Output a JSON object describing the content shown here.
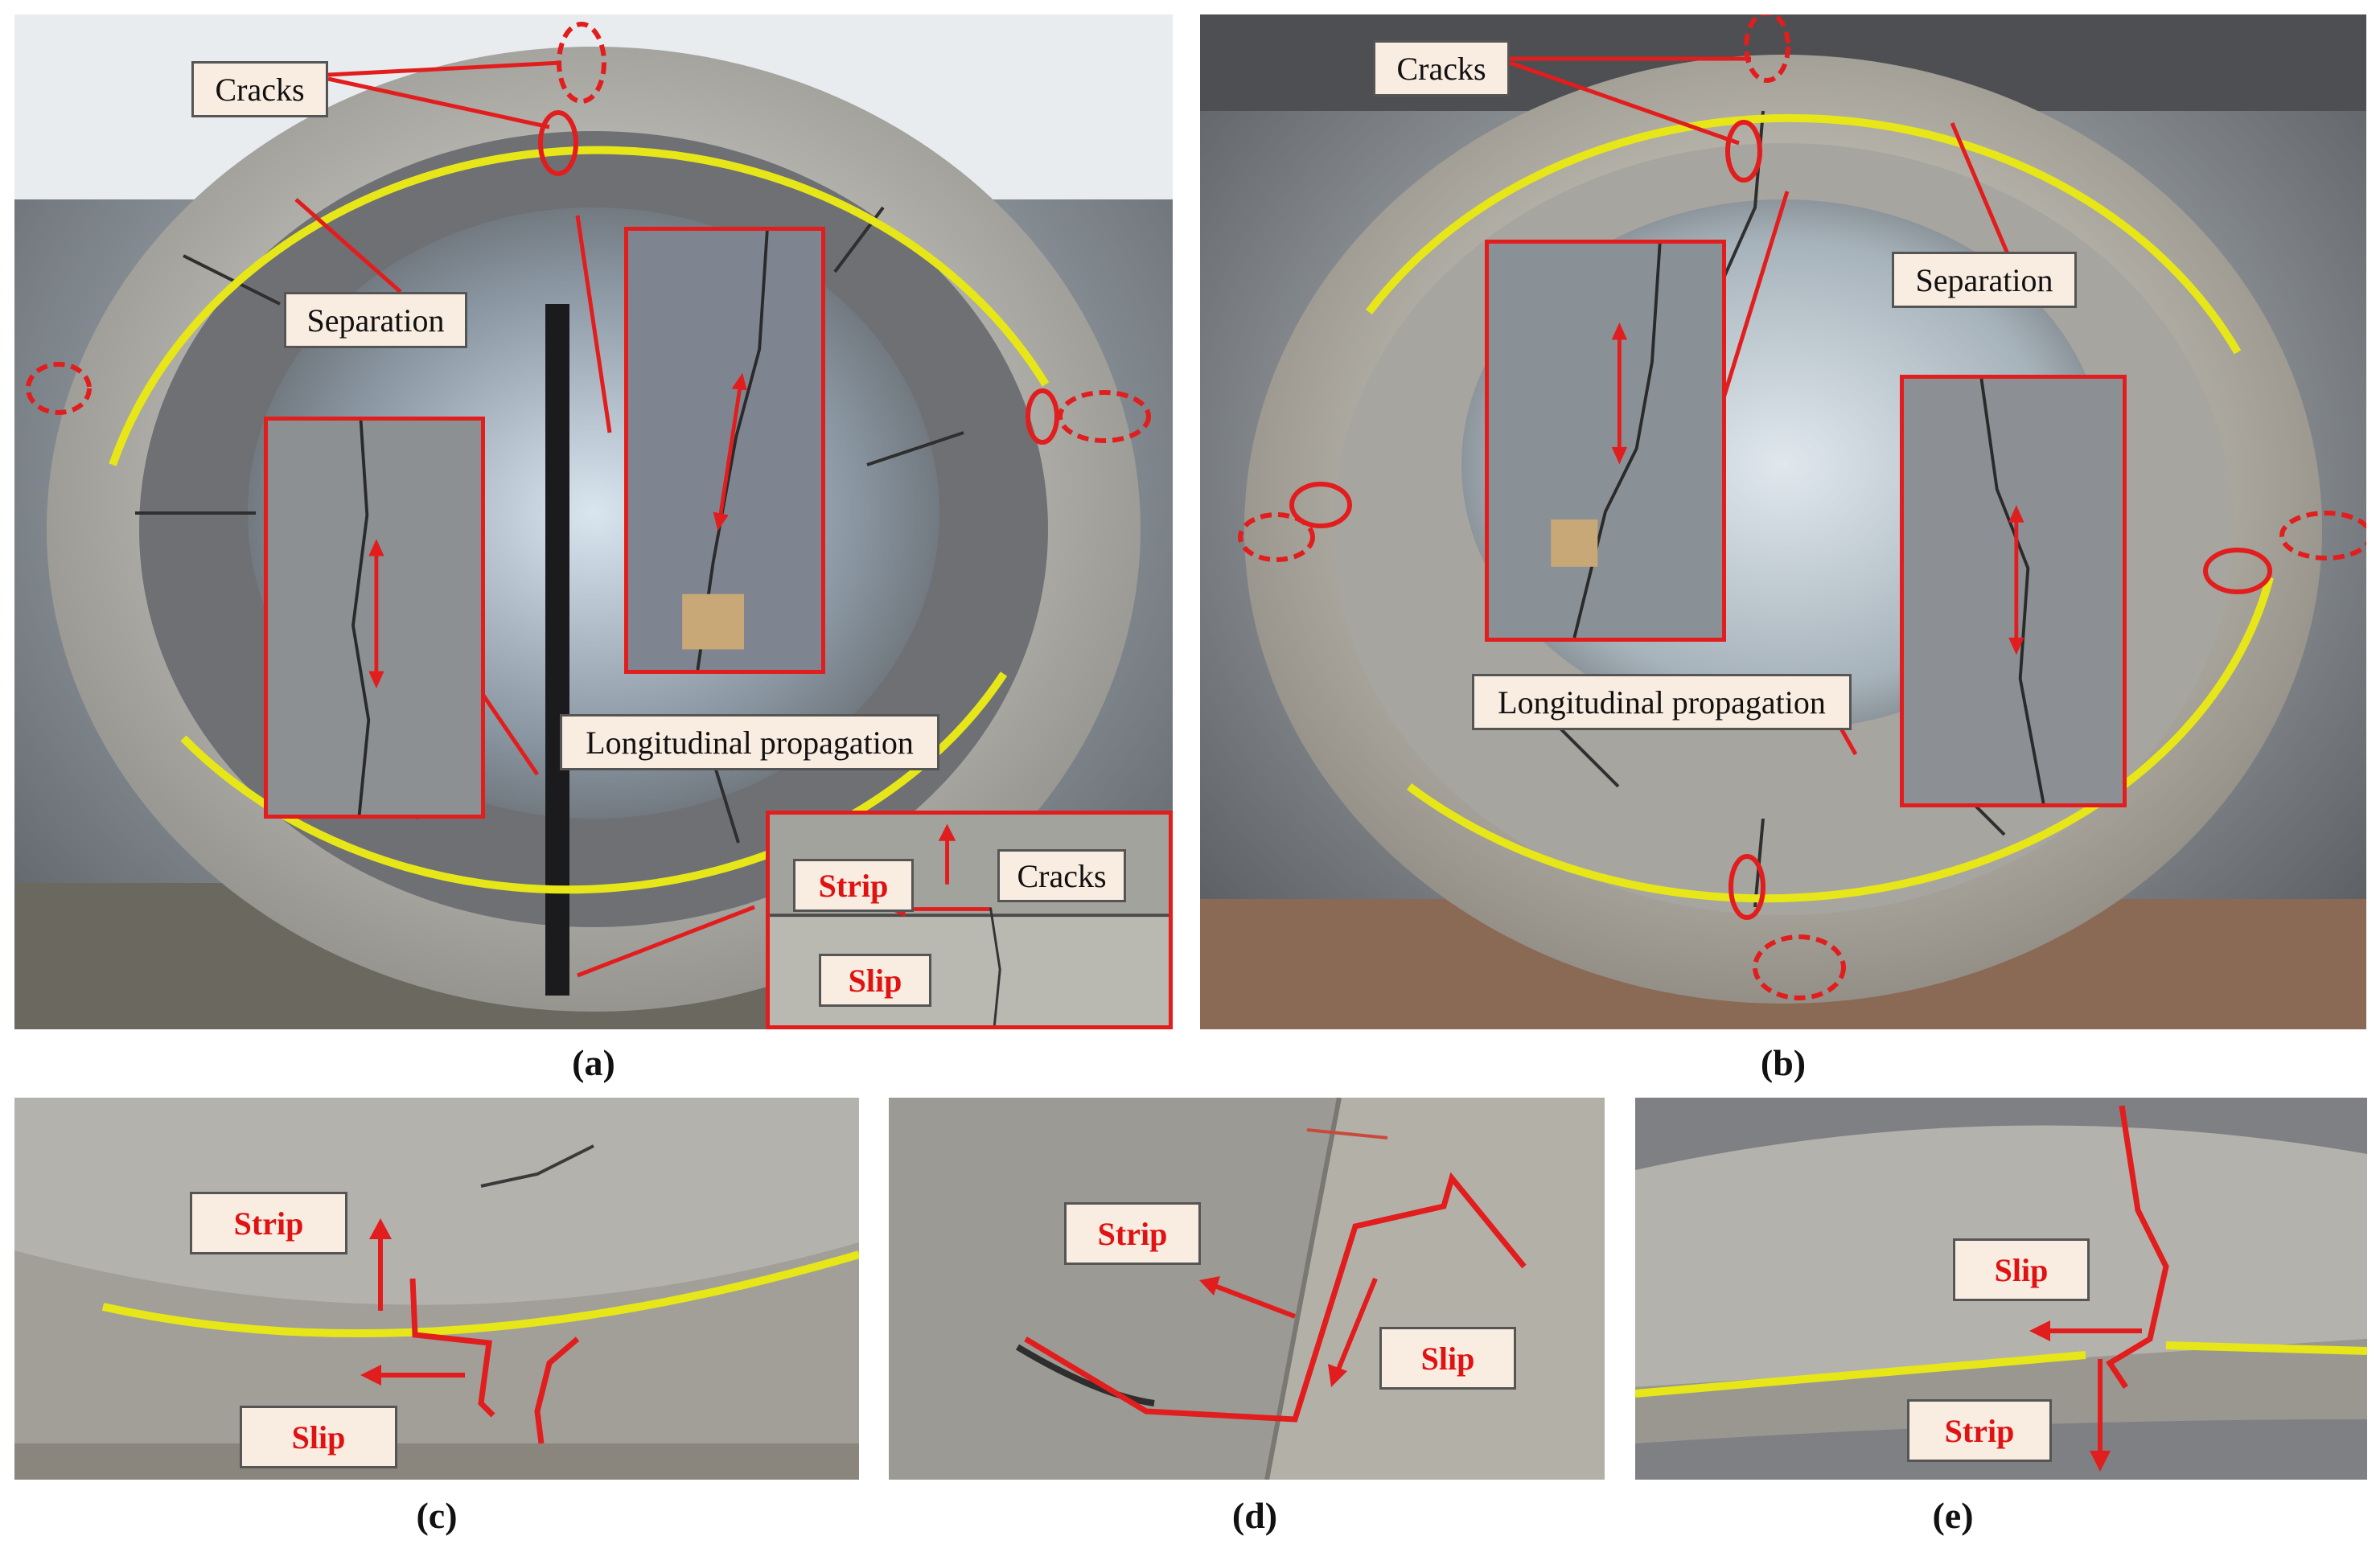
{
  "panels": {
    "a": {
      "caption": "(a)",
      "labels": {
        "cracks": "Cracks",
        "separation": "Separation",
        "longitudinal": "Longitudinal propagation",
        "strip": "Strip",
        "slip": "Slip",
        "cracks_inset": "Cracks"
      }
    },
    "b": {
      "caption": "(b)",
      "labels": {
        "cracks": "Cracks",
        "separation": "Separation",
        "longitudinal": "Longitudinal propagation"
      }
    },
    "c": {
      "caption": "(c)",
      "labels": {
        "strip": "Strip",
        "slip": "Slip"
      }
    },
    "d": {
      "caption": "(d)",
      "labels": {
        "strip": "Strip",
        "slip": "Slip"
      }
    },
    "e": {
      "caption": "(e)",
      "labels": {
        "slip": "Slip",
        "strip": "Strip"
      }
    }
  },
  "colors": {
    "annotation_red": "#e21d1d",
    "separation_yellow": "#e6e619",
    "label_fill": "#f9ece1",
    "concrete": "#a9a9a4"
  }
}
